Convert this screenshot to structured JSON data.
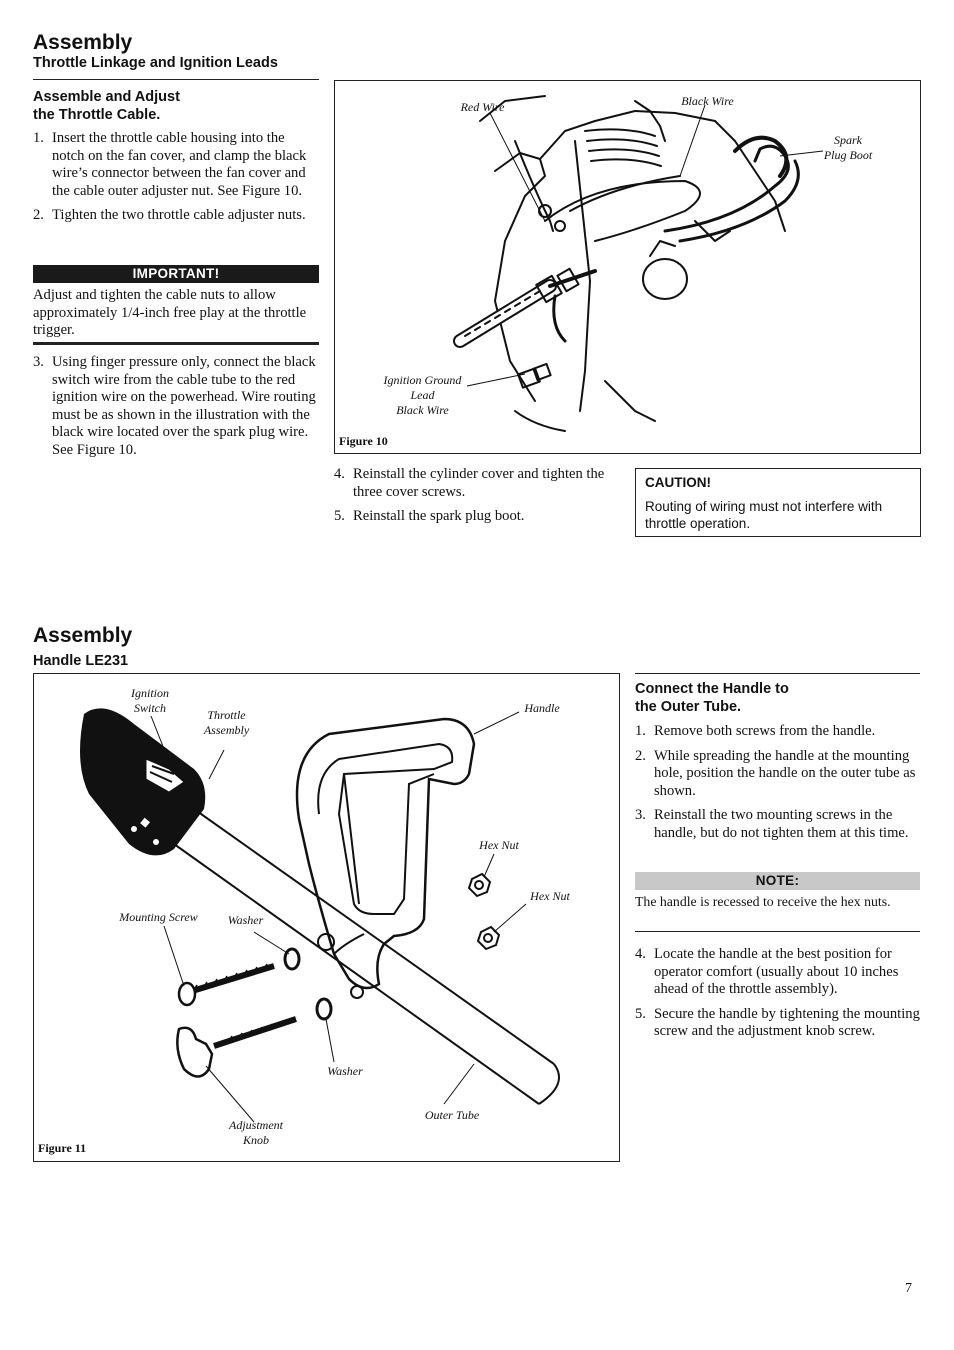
{
  "section1": {
    "title": "Assembly",
    "subtitle": "Throttle Linkage and Ignition Leads",
    "procedure_heading_l1": "Assemble and Adjust",
    "procedure_heading_l2": "the Throttle Cable.",
    "steps_a": [
      {
        "n": "1.",
        "text": "Insert the throttle cable housing into the notch on the fan cover, and clamp the black wire’s connector between the fan cover and the cable outer adjuster nut. See Figure 10."
      },
      {
        "n": "2.",
        "text": "Tighten the two throttle cable adjuster nuts."
      }
    ],
    "important_label": "IMPORTANT!",
    "important_text": "Adjust and tighten the cable nuts to allow approximately 1/4-inch free play at the throttle trigger.",
    "steps_b": [
      {
        "n": "3.",
        "text": "Using finger pressure only, connect the black switch wire from the cable tube to the red ignition wire on the powerhead. Wire routing must be as shown in the illustration with the black wire located over the spark plug wire. See Figure 10."
      }
    ],
    "steps_c": [
      {
        "n": "4.",
        "text": "Reinstall the cylinder cover and tighten the three cover screws."
      },
      {
        "n": "5.",
        "text": "Reinstall the spark plug boot."
      }
    ],
    "caution_label": "CAUTION!",
    "caution_text": "Routing of wiring must not interfere with throttle operation.",
    "figure": {
      "caption": "Figure 10",
      "labels": {
        "red_wire": "Red Wire",
        "black_wire": "Black Wire",
        "spark_plug_boot_l1": "Spark",
        "spark_plug_boot_l2": "Plug Boot",
        "ignition_ground_l1": "Ignition Ground",
        "ignition_ground_l2": "Lead",
        "ignition_ground_l3": "Black Wire"
      }
    }
  },
  "section2": {
    "title": "Assembly",
    "subtitle": "Handle LE231",
    "procedure_heading_l1": "Connect the Handle to",
    "procedure_heading_l2": "the Outer Tube.",
    "steps_a": [
      {
        "n": "1.",
        "text": "Remove both screws from the handle."
      },
      {
        "n": "2.",
        "text": "While spreading the handle at the mounting hole, position the handle on the outer tube as shown."
      },
      {
        "n": "3.",
        "text": "Reinstall the two mounting screws in the handle, but do not tighten them at this time."
      }
    ],
    "note_label": "NOTE:",
    "note_text": "The handle is recessed to receive the hex nuts.",
    "steps_b": [
      {
        "n": "4.",
        "text": "Locate the handle at the best position for operator comfort (usually about 10 inches ahead of the throttle assembly)."
      },
      {
        "n": "5.",
        "text": "Secure the handle by tightening the mounting screw and the adjustment knob screw."
      }
    ],
    "figure": {
      "caption": "Figure 11",
      "labels": {
        "ignition_switch_l1": "Ignition",
        "ignition_switch_l2": "Switch",
        "throttle_assembly_l1": "Throttle",
        "throttle_assembly_l2": "Assembly",
        "handle": "Handle",
        "hex_nut_1": "Hex Nut",
        "hex_nut_2": "Hex Nut",
        "mounting_screw": "Mounting Screw",
        "washer_1": "Washer",
        "washer_2": "Washer",
        "adjustment_knob_l1": "Adjustment",
        "adjustment_knob_l2": "Knob",
        "outer_tube": "Outer Tube"
      }
    }
  },
  "page_number": "7"
}
